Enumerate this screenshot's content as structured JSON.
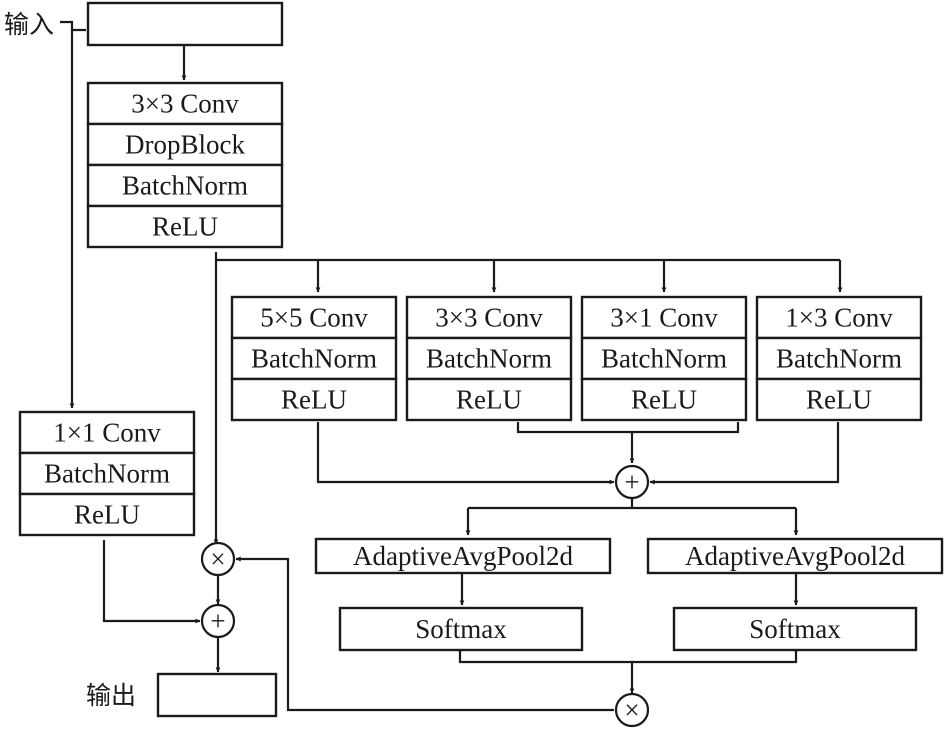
{
  "input_label": "输入",
  "output_label": "输出",
  "stem_block": [
    "3×3 Conv",
    "DropBlock",
    "BatchNorm",
    "ReLU"
  ],
  "shortcut_block": [
    "1×1 Conv",
    "BatchNorm",
    "ReLU"
  ],
  "branches": [
    [
      "5×5 Conv",
      "BatchNorm",
      "ReLU"
    ],
    [
      "3×3 Conv",
      "BatchNorm",
      "ReLU"
    ],
    [
      "3×1 Conv",
      "BatchNorm",
      "ReLU"
    ],
    [
      "1×3 Conv",
      "BatchNorm",
      "ReLU"
    ]
  ],
  "pool_labels": [
    "AdaptiveAvgPool2d",
    "AdaptiveAvgPool2d"
  ],
  "softmax_labels": [
    "Softmax",
    "Softmax"
  ],
  "ops": {
    "add": "+",
    "mul": "×"
  }
}
